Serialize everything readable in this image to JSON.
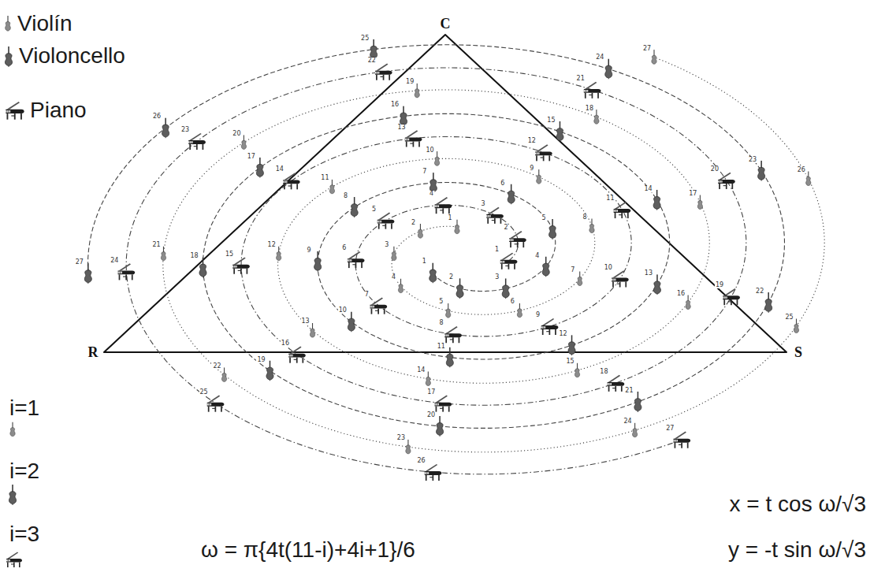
{
  "diagram": {
    "labels": [
      "C",
      "R",
      "S",
      "ω = π{4t(11-i)+4i+1}/6",
      "x = t cos ω/√3",
      "y = -t sin ω/√3",
      "1",
      "2",
      "3",
      "4",
      "5",
      "6",
      "7",
      "8",
      "9",
      "10",
      "11",
      "12",
      "13",
      "14",
      "15",
      "16",
      "17",
      "18",
      "19",
      "20",
      "21",
      "22",
      "23",
      "24",
      "25",
      "26",
      "27",
      "1",
      "2",
      "3",
      "4",
      "5",
      "6",
      "7",
      "8",
      "9",
      "10",
      "11",
      "12",
      "13",
      "14",
      "15",
      "16",
      "17",
      "18",
      "19",
      "20",
      "21",
      "22",
      "23",
      "24",
      "25",
      "26",
      "27",
      "1",
      "2",
      "3",
      "4",
      "5",
      "6",
      "7",
      "8",
      "9",
      "10",
      "11",
      "12",
      "13",
      "14",
      "15",
      "16",
      "17",
      "18",
      "19",
      "20",
      "21",
      "22",
      "23",
      "24",
      "25",
      "26",
      "27"
    ],
    "legend": [
      {
        "text": "Violín"
      },
      {
        "text": "Violoncello"
      },
      {
        "text": "Piano"
      },
      {
        "text": "i=1"
      },
      {
        "text": "i=2"
      },
      {
        "text": "i=3"
      }
    ]
  }
}
